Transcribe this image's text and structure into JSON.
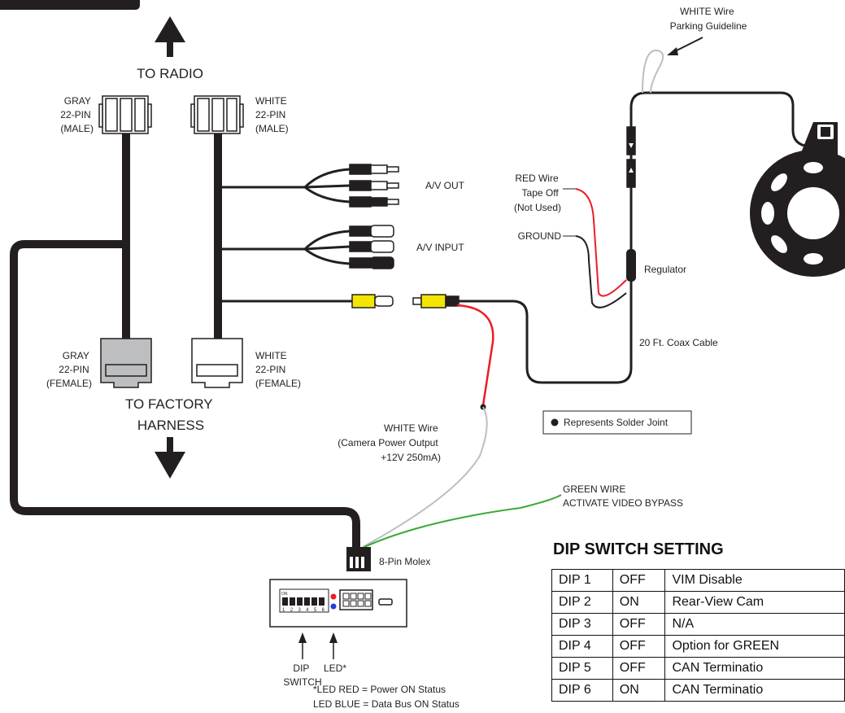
{
  "labels": {
    "to_radio": "TO RADIO",
    "to_factory_harness_1": "TO FACTORY",
    "to_factory_harness_2": "HARNESS",
    "gray_male": [
      "GRAY",
      "22-PIN",
      "(MALE)"
    ],
    "white_male": [
      "WHITE",
      "22-PIN",
      "(MALE)"
    ],
    "gray_female": [
      "GRAY",
      "22-PIN",
      "(FEMALE)"
    ],
    "white_female": [
      "WHITE",
      "22-PIN",
      "(FEMALE)"
    ],
    "av_out": "A/V OUT",
    "av_input": "A/V INPUT",
    "white_wire_parking": [
      "WHITE Wire",
      "Parking Guideline"
    ],
    "red_wire": [
      "RED Wire",
      "Tape Off",
      "(Not Used)"
    ],
    "ground": "GROUND",
    "regulator": "Regulator",
    "coax": "20 Ft. Coax Cable",
    "solder_legend": "Represents Solder Joint",
    "white_wire_camera": [
      "WHITE Wire",
      "(Camera Power Output",
      "+12V 250mA)"
    ],
    "green_wire": [
      "GREEN WIRE",
      "ACTIVATE VIDEO BYPASS"
    ],
    "molex": "8-Pin Molex",
    "dip_switch": [
      "DIP",
      "SWITCH"
    ],
    "led": "LED*",
    "led_notes": [
      "*LED RED = Power ON Status",
      "LED BLUE = Data Bus ON Status"
    ],
    "module_on": "ON",
    "module_numbers": "1 2 3 4 5 6"
  },
  "dip_table": {
    "title": "DIP SWITCH SETTING",
    "rows": [
      [
        "DIP 1",
        "OFF",
        "VIM Disable"
      ],
      [
        "DIP 2",
        "ON",
        "Rear-View Cam"
      ],
      [
        "DIP 3",
        "OFF",
        "N/A"
      ],
      [
        "DIP 4",
        "OFF",
        "Option for GREEN"
      ],
      [
        "DIP 5",
        "OFF",
        "CAN Terminatio"
      ],
      [
        "DIP 6",
        "ON",
        "CAN Terminatio"
      ]
    ]
  },
  "colors": {
    "cable": "#231f20",
    "red_wire": "#ed1c24",
    "green_wire": "#3aa935",
    "gray_wire": "#bcbec0",
    "yellow_rca": "#f2e500",
    "connector_gray": "#bcbec0",
    "led_red": "#ed1c24",
    "led_blue": "#1f3fd9"
  }
}
